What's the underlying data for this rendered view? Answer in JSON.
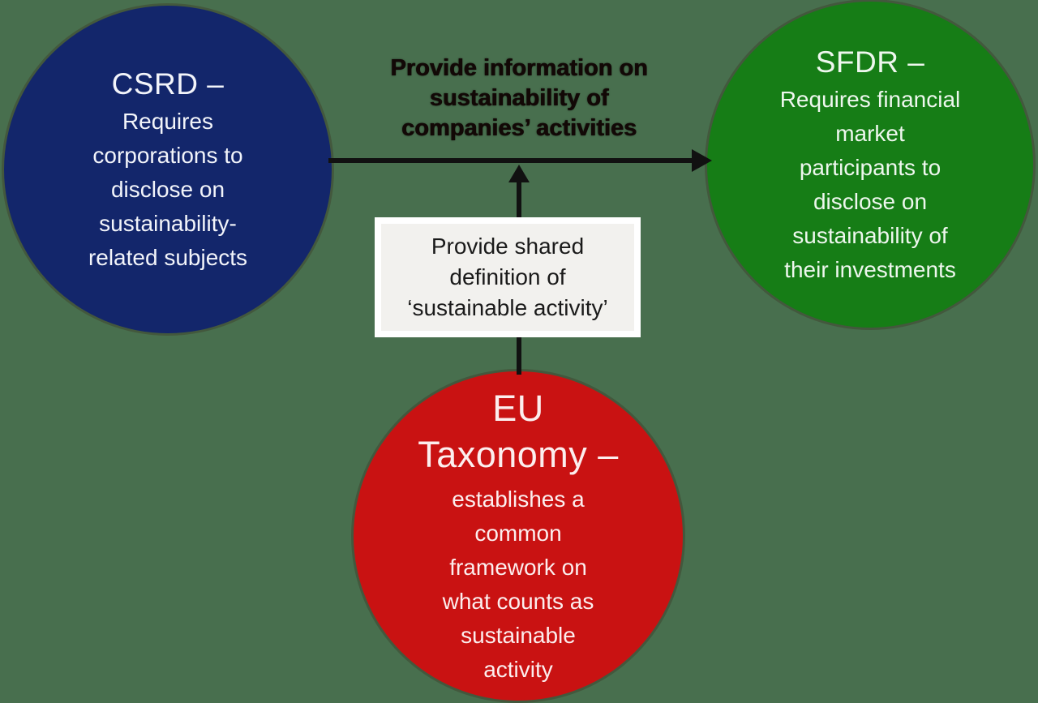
{
  "canvas": {
    "background": "#486f4e"
  },
  "nodes": {
    "csrd": {
      "title": "CSRD –",
      "body": "Requires\ncorporations to\ndisclose on\nsustainability-\nrelated subjects",
      "color": "#13266b",
      "text_color": "#f2f4fa"
    },
    "sfdr": {
      "title": "SFDR –",
      "body": "Requires financial\nmarket\nparticipants to\ndisclose on\nsustainability of\ntheir investments",
      "color": "#167d16",
      "text_color": "#eef7ee"
    },
    "eu_taxonomy": {
      "title": "EU\nTaxonomy –",
      "body": "establishes a\ncommon\nframework on\nwhat counts as\nsustainable\nactivity",
      "color": "#c91212",
      "text_color": "#fceeee"
    }
  },
  "connectors": {
    "color": "#111111",
    "horizontal_arrow_label": "Provide information on\nsustainability of\ncompanies’ activities",
    "horizontal_label_color": "#120806",
    "center_box_label": "Provide shared\ndefinition of\n‘sustainable activity’",
    "center_box_bg": "#f2f1ee",
    "center_box_border": "#ffffff"
  }
}
